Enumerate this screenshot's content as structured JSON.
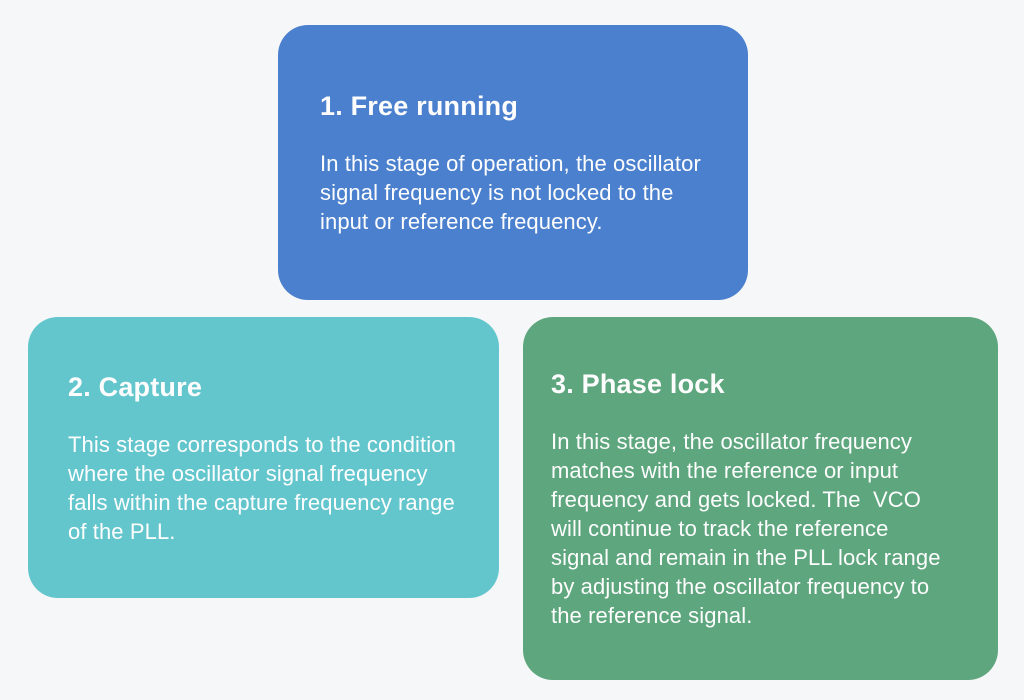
{
  "page": {
    "background_color": "#f6f7f8",
    "text_color": "#fdfdfe"
  },
  "cards": [
    {
      "id": "free-running",
      "title": "1. Free running",
      "body": "In this stage of operation, the oscillator signal frequency is not locked to the input or reference frequency.",
      "color": "#4a80cd"
    },
    {
      "id": "capture",
      "title": "2. Capture",
      "body": "This stage corresponds to the condition where the oscillator signal frequency falls within the capture frequency range of the PLL.",
      "color": "#64c6cd"
    },
    {
      "id": "phase-lock",
      "title": "3. Phase lock",
      "body": "In this stage, the oscillator frequency matches with the reference or input frequency and gets locked. The  VCO will continue to track the reference signal and remain in the PLL lock range by adjusting the oscillator frequency to the reference signal.",
      "color": "#5ea67d"
    }
  ]
}
